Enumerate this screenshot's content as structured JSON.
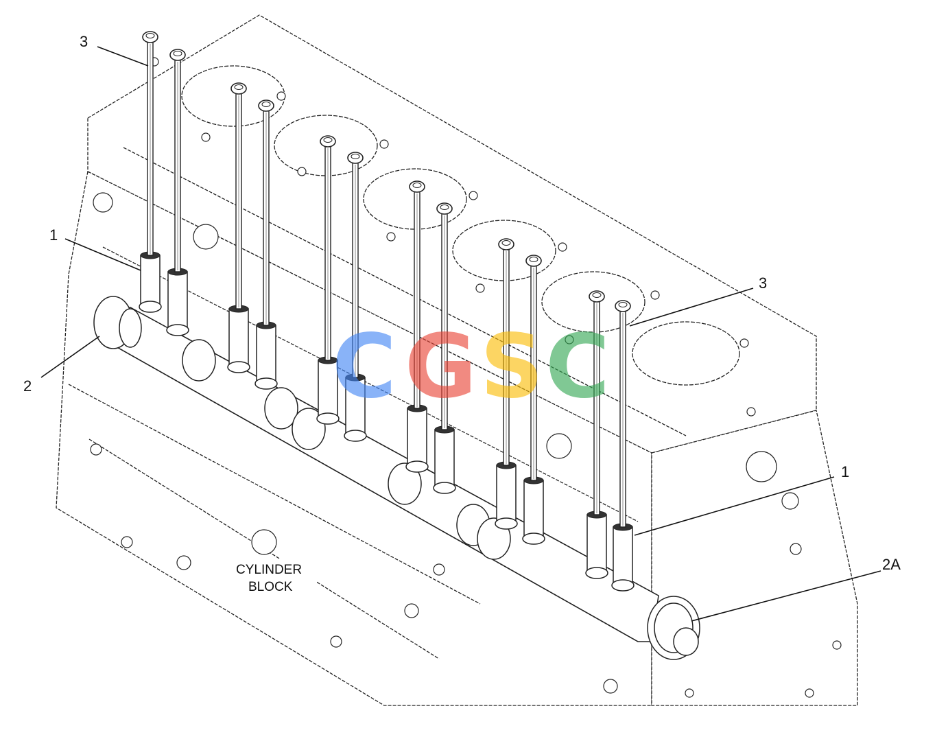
{
  "callouts": {
    "c3_top": "3",
    "c1_left": "1",
    "c2_left": "2",
    "c3_right": "3",
    "c1_right": "1",
    "c2a_right": "2A"
  },
  "block_label": {
    "line1": "CYLINDER",
    "line2": "BLOCK"
  },
  "watermark": {
    "letters": [
      {
        "char": "C",
        "color": "#4285F4"
      },
      {
        "char": "G",
        "color": "#EA4335"
      },
      {
        "char": "S",
        "color": "#FBBC05"
      },
      {
        "char": "C",
        "color": "#34A853"
      }
    ]
  },
  "pushrod_count": 12
}
